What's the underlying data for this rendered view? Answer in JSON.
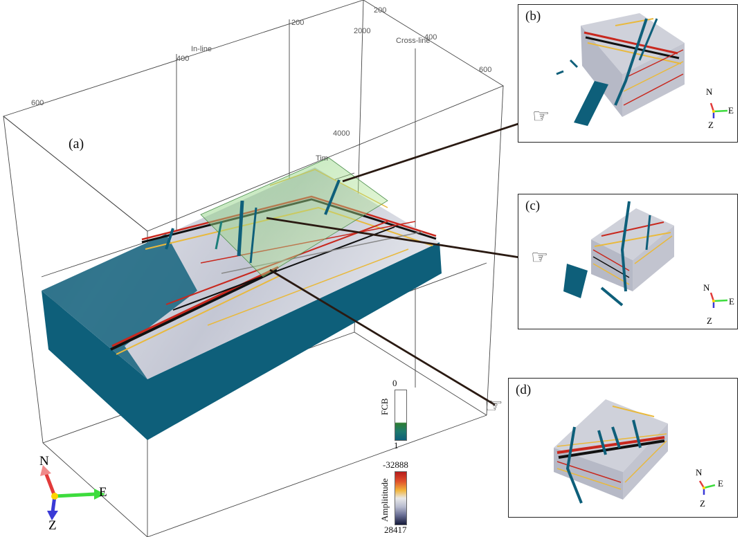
{
  "main": {
    "label": "(a)",
    "ticks": {
      "inline": [
        "600",
        "400",
        "200"
      ],
      "crossline": [
        "400",
        "600"
      ],
      "time": [
        "2000",
        "4000"
      ],
      "top_extra": "200"
    },
    "axis_names": {
      "inline": "In-line",
      "crossline": "Cross-line",
      "time": "Tim"
    }
  },
  "compass_main": {
    "n": "N",
    "e": "E",
    "z": "Z"
  },
  "panels": [
    {
      "label": "(b)",
      "compass": {
        "n": "N",
        "e": "E",
        "z": "Z"
      }
    },
    {
      "label": "(c)",
      "compass": {
        "n": "N",
        "e": "E",
        "z": "Z"
      }
    },
    {
      "label": "(d)",
      "compass": {
        "n": "N",
        "e": "E",
        "z": "Z"
      }
    }
  ],
  "fcb_bar": {
    "title": "FCB",
    "top": "0",
    "bottom": "1"
  },
  "amp_bar": {
    "title": "Amplititude",
    "top": "-32888",
    "bottom": "28417"
  },
  "colors": {
    "fault": "#0e5f7a",
    "seismic_red": "#c8281e",
    "seismic_yellow": "#e9b93c",
    "highlight_green": "#5aa05a"
  }
}
